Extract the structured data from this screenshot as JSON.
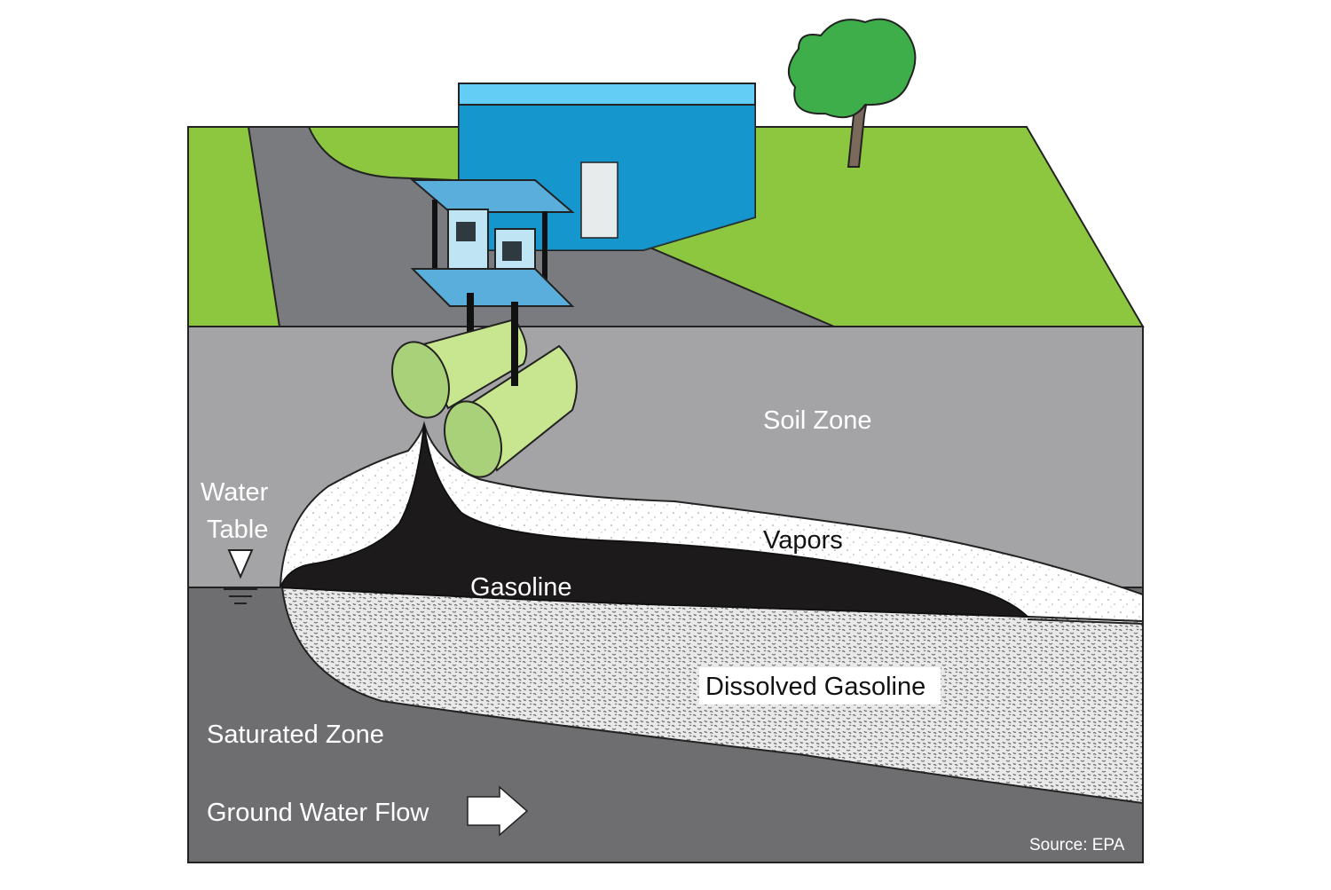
{
  "labels": {
    "soil_zone": "Soil Zone",
    "water_table_line1": "Water",
    "water_table_line2": "Table",
    "vapors": "Vapors",
    "gasoline": "Gasoline",
    "dissolved_gasoline": "Dissolved Gasoline",
    "saturated_zone": "Saturated Zone",
    "ground_water_flow": "Ground Water Flow",
    "source": "Source: EPA"
  },
  "colors": {
    "grass": "#8dc63f",
    "road": "#7a7b7e",
    "soil": "#a4a4a6",
    "saturated": "#6e6e70",
    "building_front": "#138fc4",
    "building_side": "#1aa7e0",
    "building_roof": "#63cdf5",
    "tank": "#c8e68f",
    "tank_end": "#a9d17a",
    "gasoline": "#1c1a1b",
    "vapor": "#ffffff",
    "tree": "#3dae49",
    "trunk": "#7b6a5c"
  }
}
